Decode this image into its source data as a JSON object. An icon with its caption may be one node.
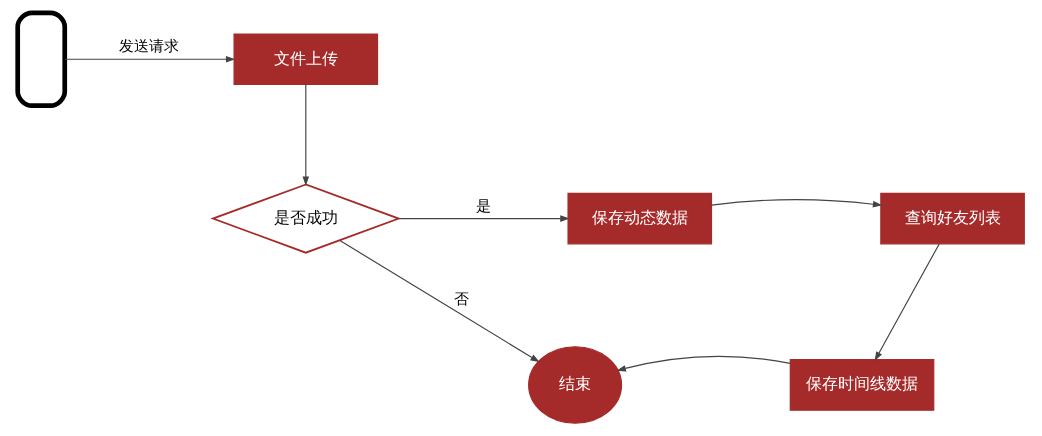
{
  "diagram": {
    "nodes": [
      {
        "text": [],
        "shape": "phone"
      },
      {
        "text": [
          "文件上传"
        ]
      },
      {
        "text": [
          "是否成功"
        ]
      },
      {
        "text": [
          "保存动态数据"
        ]
      },
      {
        "text": [
          "查询好友列表"
        ]
      },
      {
        "text": [
          "保存时间线数据"
        ]
      },
      {
        "text": [
          "结束"
        ]
      }
    ],
    "edges": [
      {
        "from": 0,
        "to": 1,
        "arrow": "to",
        "label": "发送请求"
      },
      {
        "from": 1,
        "to": 2,
        "arrow": "to"
      },
      {
        "from": 2,
        "to": 3,
        "arrow": "to",
        "label": "是"
      },
      {
        "from": 3,
        "to": 4,
        "arrow": "to"
      },
      {
        "from": 4,
        "to": 5,
        "arrow": "to"
      },
      {
        "from": 5,
        "to": 6,
        "arrow": "to"
      },
      {
        "from": 2,
        "to": 6,
        "arrow": "to",
        "label": "否"
      }
    ]
  }
}
